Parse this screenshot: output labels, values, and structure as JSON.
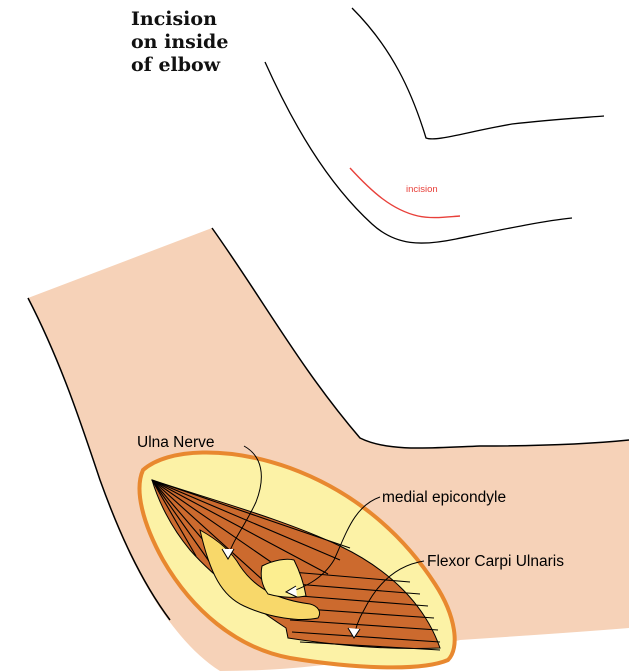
{
  "heading": {
    "line1": "Incision",
    "line2": "on inside",
    "line3": "of elbow"
  },
  "labels": {
    "incision": "incision",
    "ulna_nerve": "Ulna Nerve",
    "medial_epicondyle": "medial epicondyle",
    "flexor_carpi_ulnaris": "Flexor Carpi Ulnaris"
  },
  "colors": {
    "skin": "#f6d2b8",
    "incision_outline": "#e8882f",
    "fat_layer": "#fcf2a6",
    "muscle": "#cc6a2e",
    "muscle_fiber": "#000000",
    "nerve": "#f8d86a",
    "incision_line": "#e8403a",
    "outline": "#000000"
  }
}
